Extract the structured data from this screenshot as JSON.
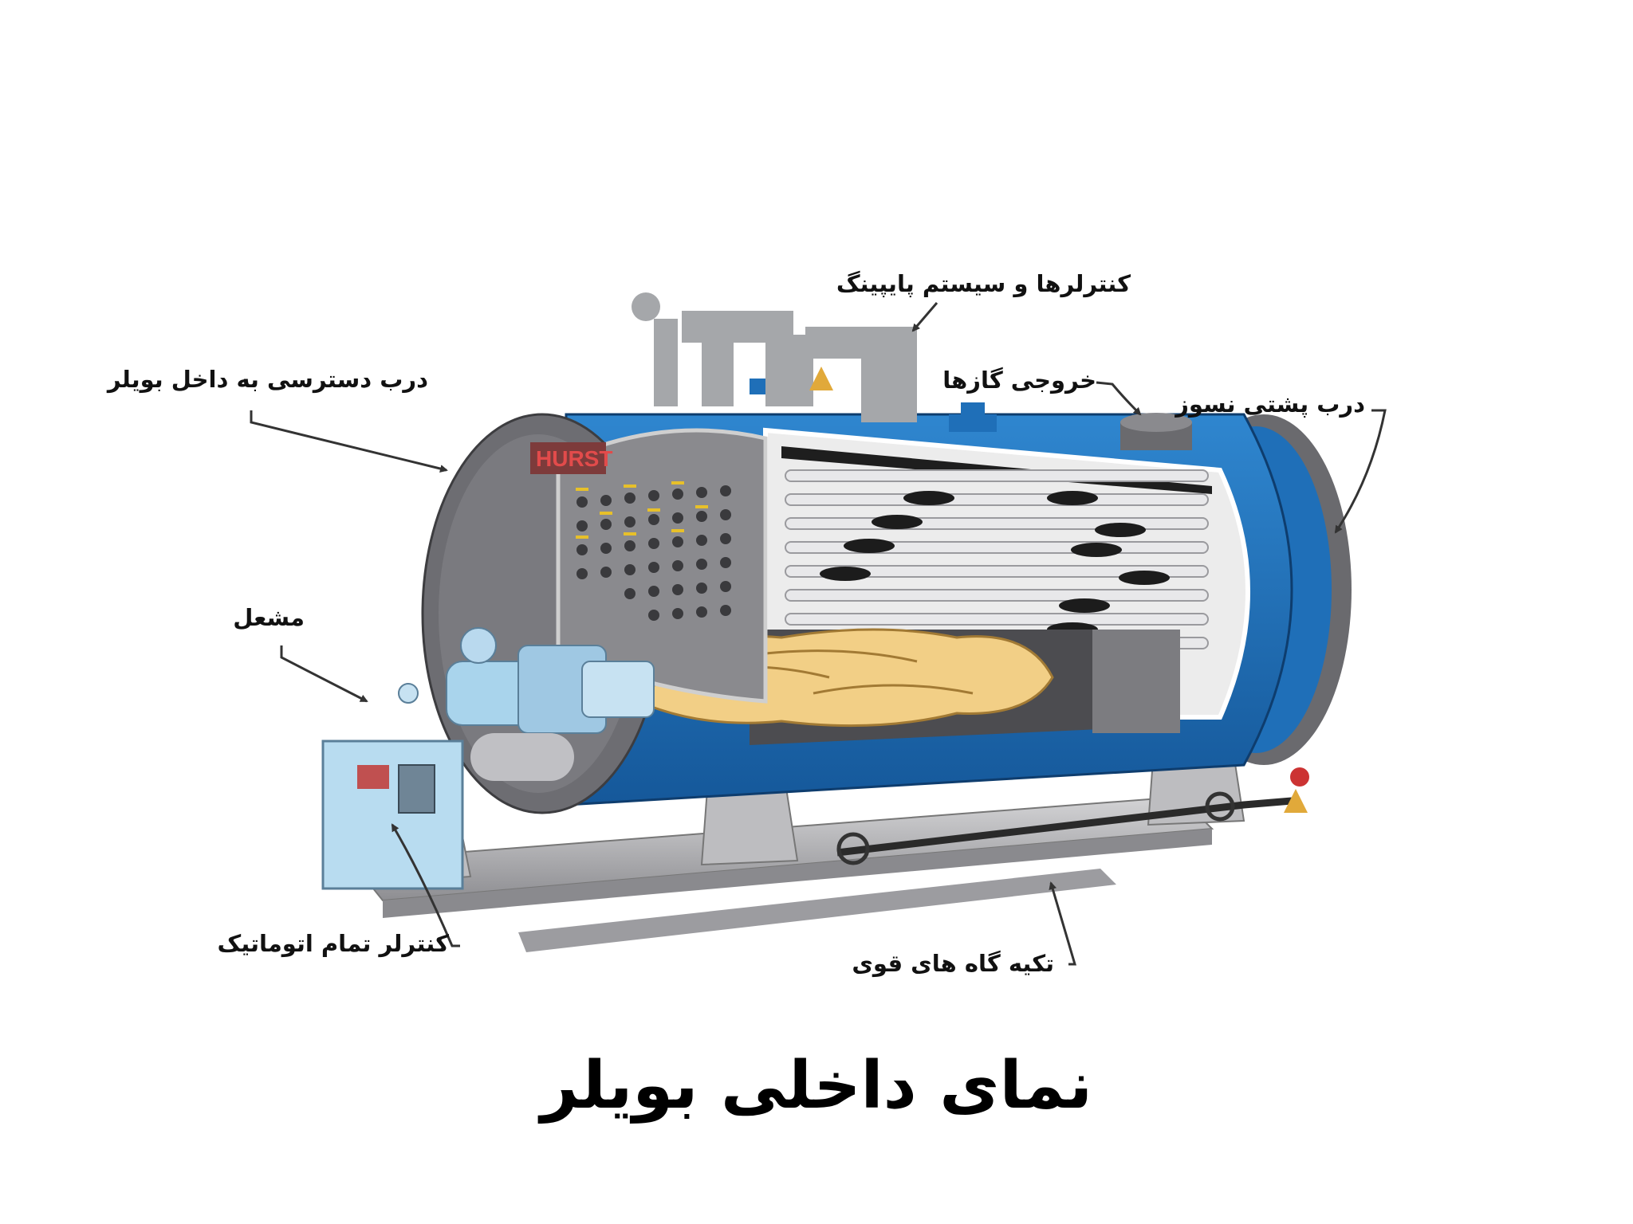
{
  "labels": {
    "controls_piping": "کنترلرها و سیستم پایپینگ",
    "access_door": "درب دسترسی به داخل بویلر",
    "gas_outlet": "خروجی گازها",
    "rear_door": "درب پشتی نسوز",
    "burner": "مشعل",
    "auto_controller": "کنترلر تمام اتوماتیک",
    "supports": "تکیه گاه های قوی"
  },
  "brand_text": "HURST",
  "caption": "نمای داخلی بویلر",
  "colors": {
    "shell_blue": "#1f6fb8",
    "door_gray": "#6d6d72",
    "flame": "#f2cf86",
    "burner_blue": "#a9d4ec",
    "piping_gray": "#a5a7aa",
    "frame_gray": "#b8b8bb",
    "tube_white": "#eaeaea"
  }
}
